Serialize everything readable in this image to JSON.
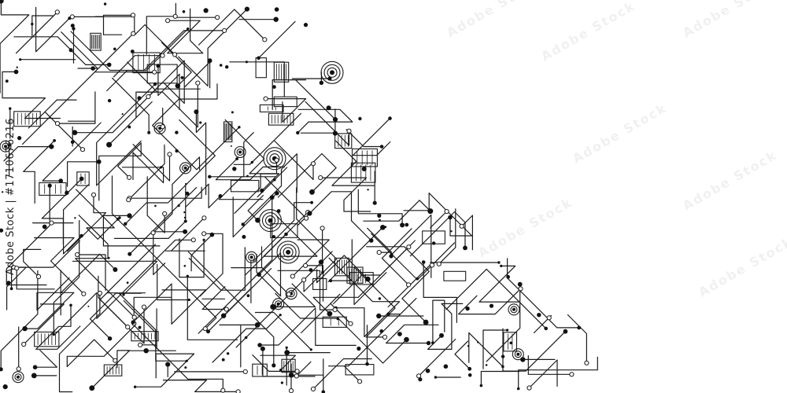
{
  "image": {
    "background_color": "#ffffff",
    "line_color": "#1a1a1a",
    "description_tag": "circuit-board-pattern"
  },
  "stock": {
    "side_id": "Adobe Stock | #1710676216"
  },
  "watermark": {
    "text": "Adobe Stock"
  }
}
